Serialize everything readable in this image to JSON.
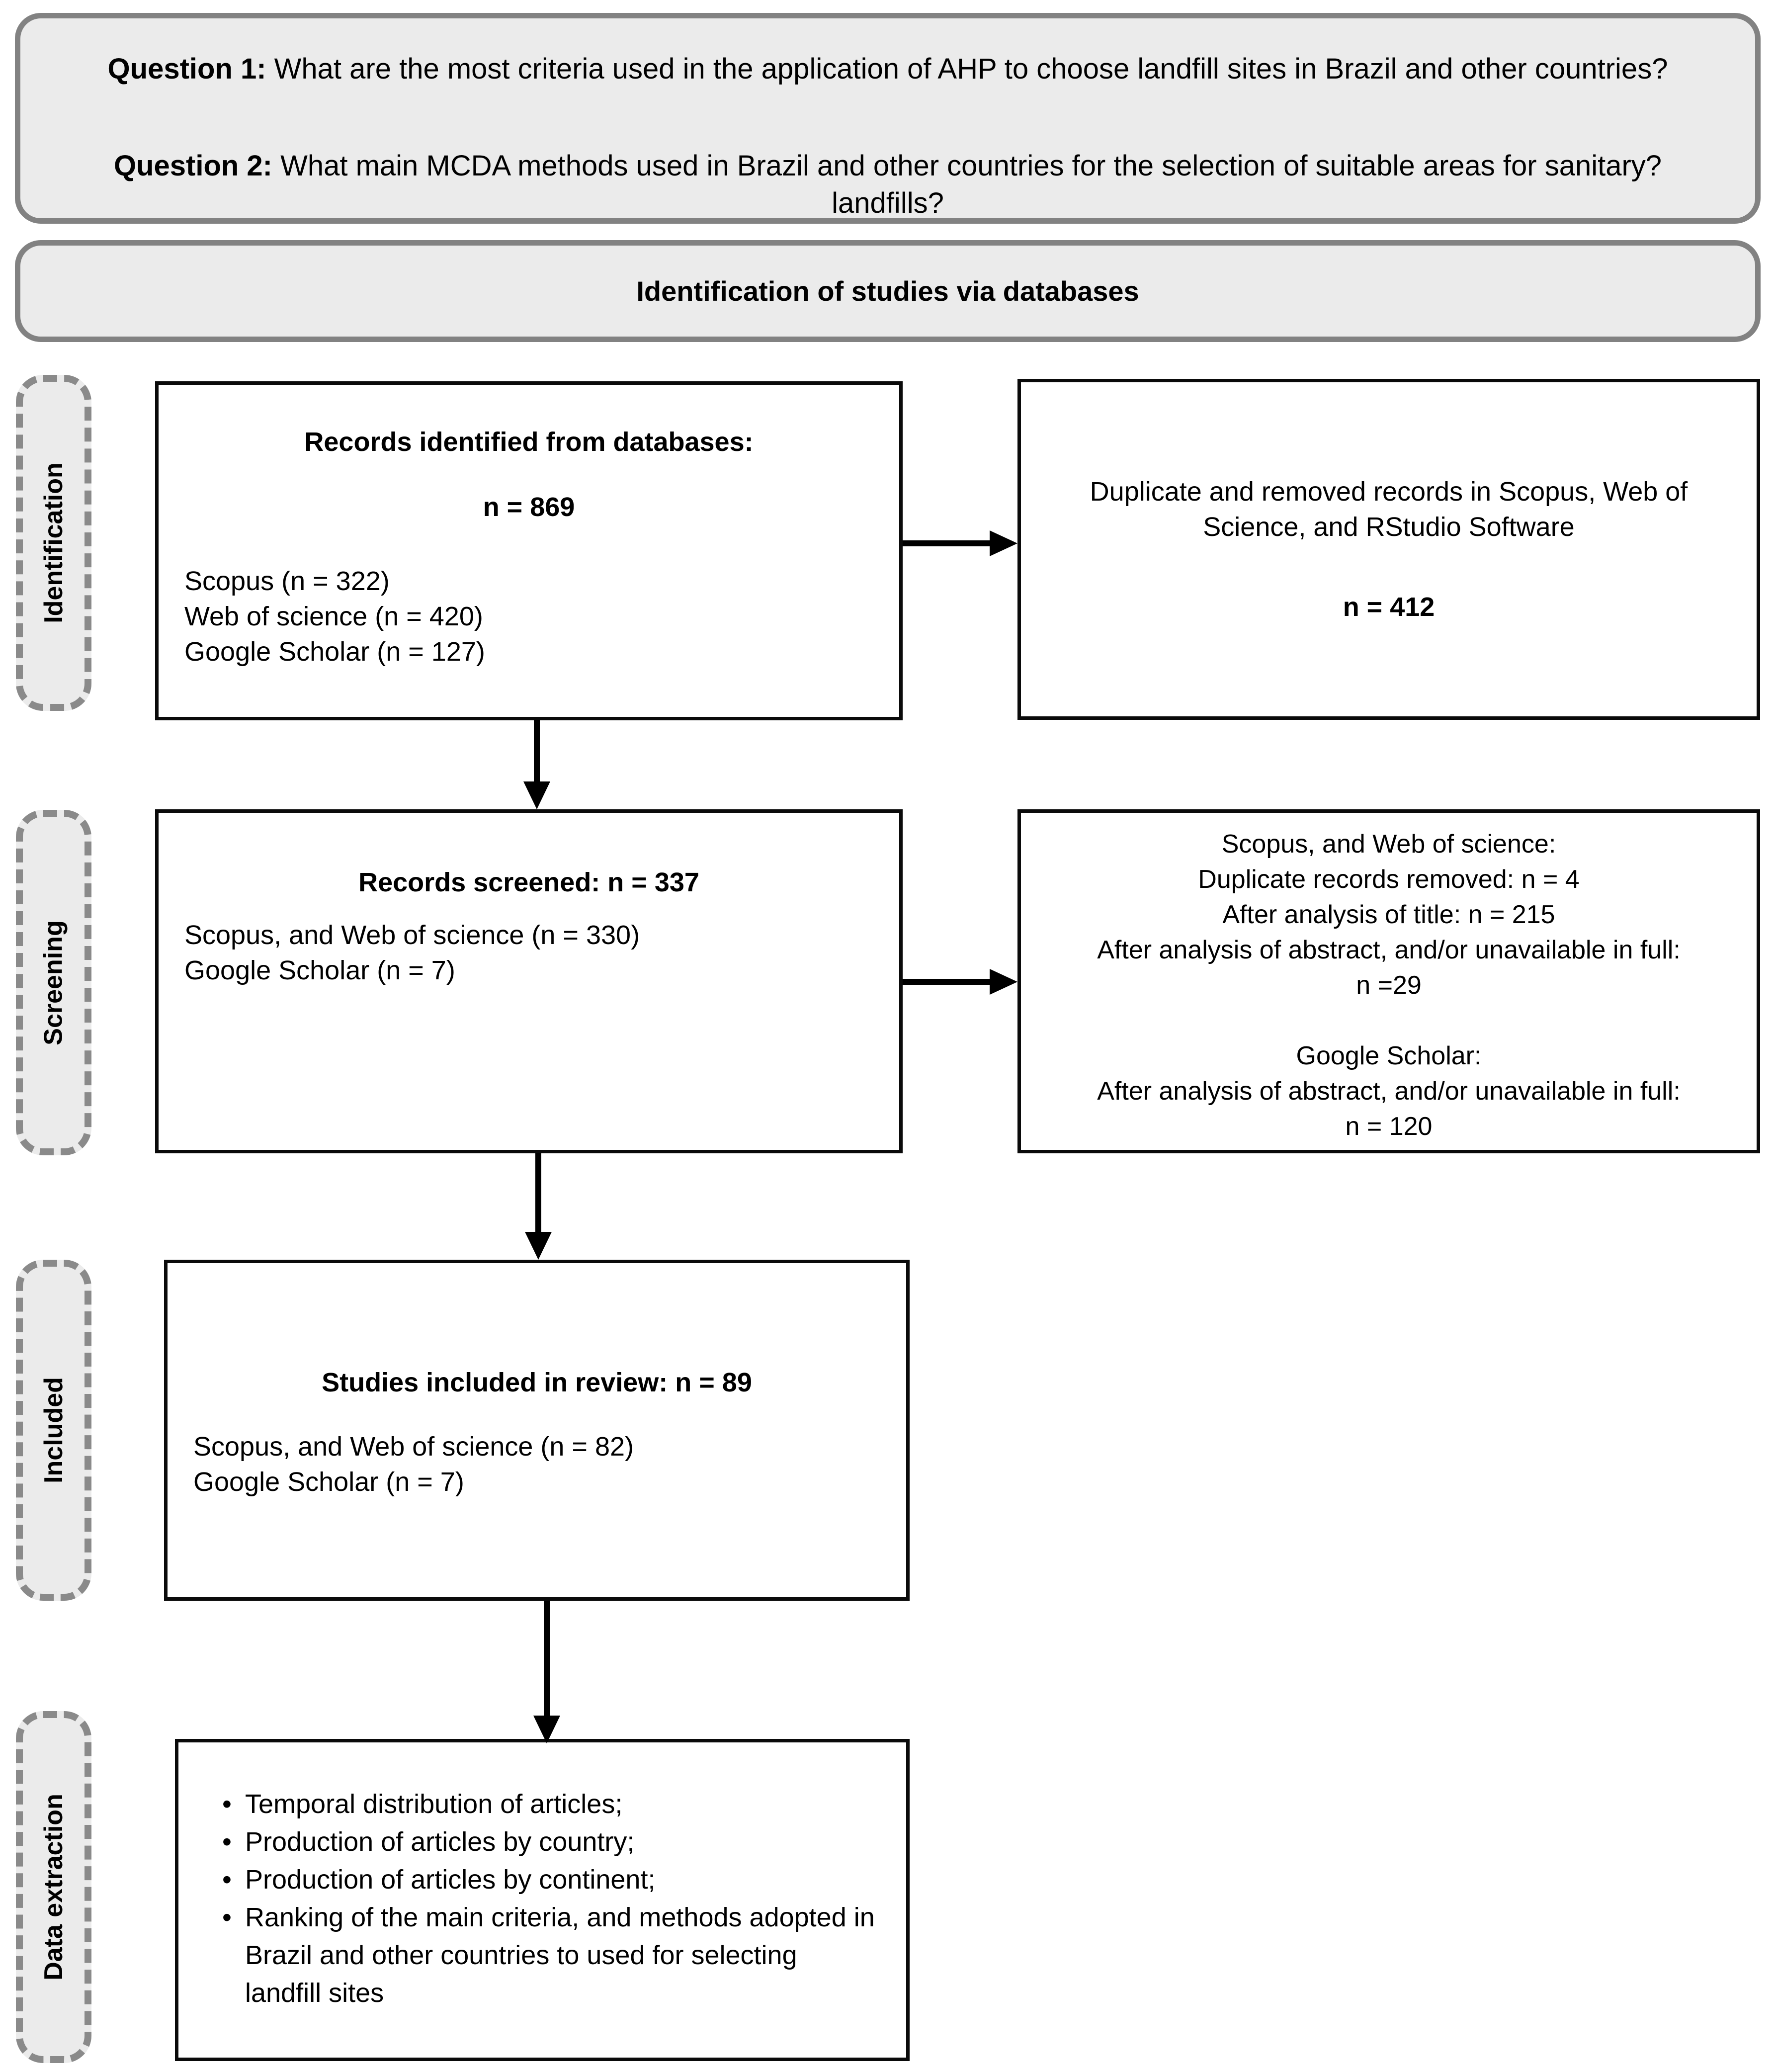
{
  "questions_box": {
    "q1_label": "Question 1:",
    "q1_text": " What are the most criteria used in the application of AHP to choose landfill sites in Brazil and other countries?",
    "q2_label": "Question 2:",
    "q2_line1": " What main MCDA methods used in Brazil and other countries for the selection of suitable areas for sanitary?",
    "q2_line2": "landfills?"
  },
  "header": {
    "title": "Identification of studies via databases"
  },
  "sidebar": {
    "identification": "Identification",
    "screening": "Screening",
    "included": "Included",
    "data_extraction": "Data extraction"
  },
  "identification_row": {
    "main_box": {
      "heading": "Records identified from databases:",
      "count": "n = 869",
      "sources": [
        "Scopus (n = 322)",
        "Web of science (n = 420)",
        "Google Scholar (n = 127)"
      ]
    },
    "side_box": {
      "text": "Duplicate and removed records in Scopus, Web of Science, and RStudio Software",
      "count": "n = 412"
    }
  },
  "screening_row": {
    "main_box": {
      "heading": "Records screened: n = 337",
      "sources": [
        "Scopus, and Web of science (n = 330)",
        "Google Scholar (n = 7)"
      ]
    },
    "side_box": {
      "lines": [
        "Scopus, and Web of science:",
        "Duplicate records removed: n = 4",
        "After analysis of title:  n = 215",
        "After analysis of abstract, and/or unavailable in full:",
        "n =29",
        "Google Scholar:",
        "After analysis of abstract, and/or unavailable in full:",
        "n = 120"
      ]
    }
  },
  "included_row": {
    "main_box": {
      "heading": "Studies included in review: n = 89",
      "sources": [
        "Scopus, and Web of science (n = 82)",
        "Google Scholar (n = 7)"
      ]
    }
  },
  "data_extraction_row": {
    "bullet_char": "•",
    "bullets": [
      "Temporal distribution of articles;",
      "Production of articles by country;",
      "Production of articles by continent;",
      "Ranking of the main criteria, and methods adopted in Brazil and other countries to used for selecting landfill sites"
    ]
  }
}
